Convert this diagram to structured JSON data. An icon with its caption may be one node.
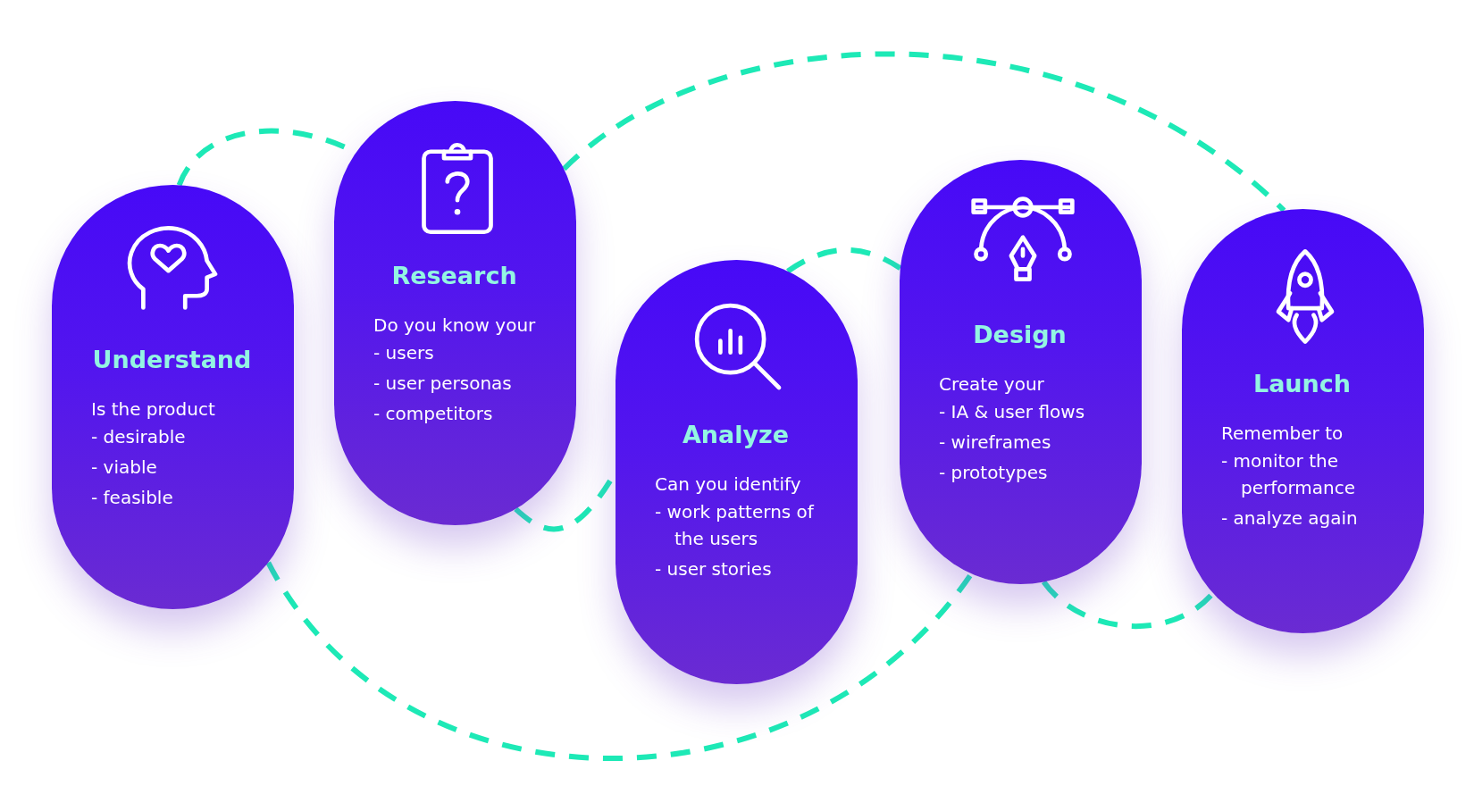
{
  "diagram": {
    "nodes": [
      {
        "text": [
          "Understand",
          "Is the product",
          "- desirable",
          "- viable",
          "- feasible"
        ]
      },
      {
        "text": [
          "Research",
          "Do you know your",
          "- users",
          "- user personas",
          "- competitors"
        ]
      },
      {
        "text": [
          "Analyze",
          "Can you identify",
          "- work patterns of the users",
          "- user stories"
        ]
      },
      {
        "text": [
          "Design",
          "Create your",
          "- IA & user flows",
          "- wireframes",
          "- prototypes"
        ]
      },
      {
        "text": [
          "Launch",
          "Remember to",
          "- monitor the performance",
          "- analyze again"
        ]
      }
    ],
    "edges": [
      {
        "from": 0,
        "to": 1,
        "arrow": "none"
      },
      {
        "from": 1,
        "to": 4,
        "arrow": "none"
      },
      {
        "from": 1,
        "to": 2,
        "arrow": "none"
      },
      {
        "from": 0,
        "to": 3,
        "arrow": "none"
      },
      {
        "from": 2,
        "to": 3,
        "arrow": "none"
      },
      {
        "from": 3,
        "to": 4,
        "arrow": "none"
      }
    ]
  }
}
